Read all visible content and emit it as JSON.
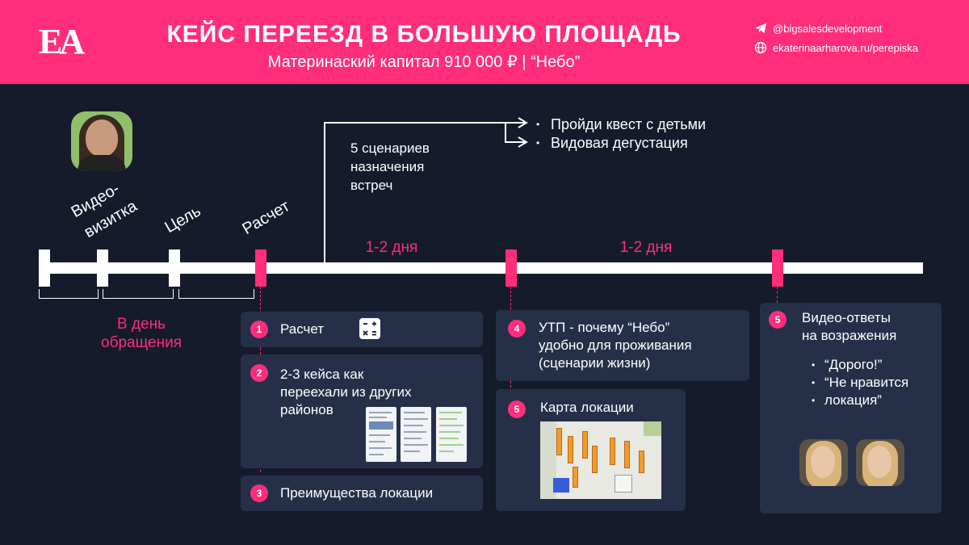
{
  "header": {
    "logo": "EA",
    "title": "КЕЙС ПЕРЕЕЗД В БОЛЬШУЮ ПЛОЩАДЬ",
    "subtitle": "Материнаский капитал 910 000 ₽  |  “Небо”",
    "telegram": "@bigsalesdevelopment",
    "website": "ekaterinaarharova.ru/perepiska",
    "brand_color": "#ff2d7a"
  },
  "timeline": {
    "milestones": [
      "Видео-",
      "визитка",
      "Цель",
      "Расчет"
    ],
    "day_label_line1": "В день",
    "day_label_line2": "обращения",
    "period1": "1-2 дня",
    "period2": "1-2 дня"
  },
  "scenarios": {
    "line1": "5 сценариев",
    "line2": "назначения",
    "line3": "встреч",
    "bullets": [
      "Пройди квест с детьми",
      "Видовая дегустация"
    ]
  },
  "cards": [
    {
      "num": "1",
      "text": "Расчет"
    },
    {
      "num": "2",
      "line1": "2-3 кейса как",
      "line2": "переехали из других",
      "line3": "районов"
    },
    {
      "num": "3",
      "text": "Преимущества локации"
    },
    {
      "num": "4",
      "line1": "УТП - почему “Небо”",
      "line2": "удобно для проживания",
      "line3": "(сценарии жизни)"
    },
    {
      "num": "5",
      "text": "Карта локации"
    },
    {
      "num": "5",
      "line1": "Видео-ответы",
      "line2": "на возражения",
      "bullets": [
        "“Дорого!”",
        "“Не нравится",
        "локация”"
      ]
    }
  ]
}
